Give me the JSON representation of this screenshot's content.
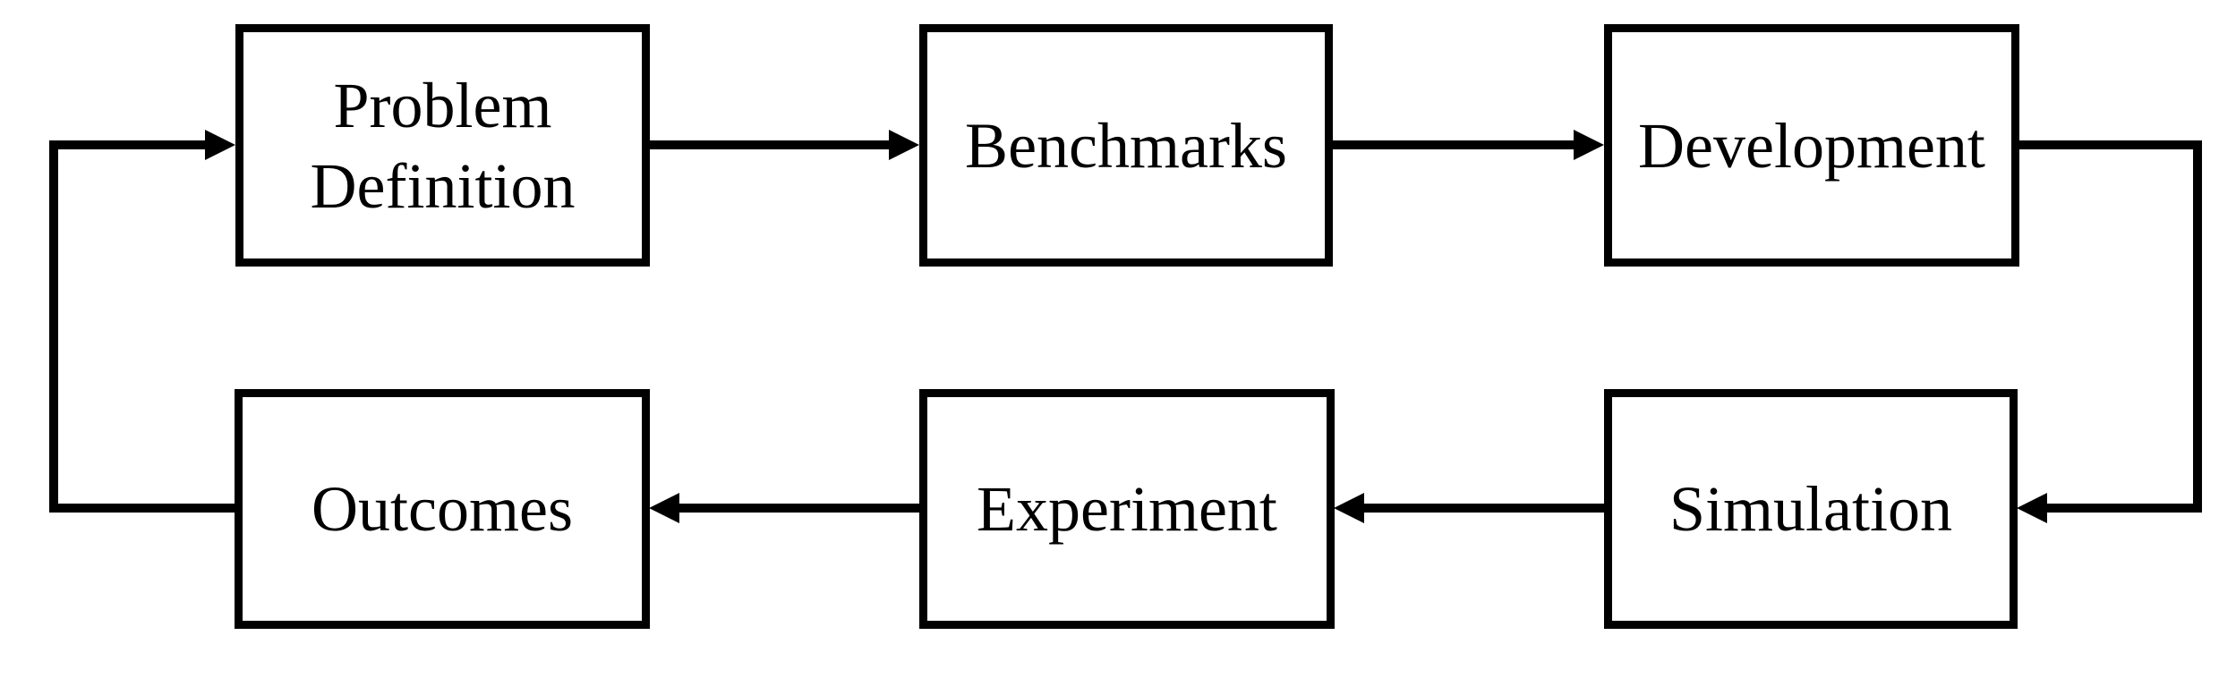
{
  "diagram": {
    "type": "flowchart-cycle",
    "background_color": "#ffffff",
    "line_color": "#000000",
    "box_fill_color": "#ffffff",
    "box_border_color": "#000000",
    "text_color": "#000000",
    "nodes": [
      {
        "id": "problem-definition",
        "label": "Problem Definition",
        "row": "top",
        "col": 1
      },
      {
        "id": "benchmarks",
        "label": "Benchmarks",
        "row": "top",
        "col": 2
      },
      {
        "id": "development",
        "label": "Development",
        "row": "top",
        "col": 3
      },
      {
        "id": "outcomes",
        "label": "Outcomes",
        "row": "bottom",
        "col": 1
      },
      {
        "id": "experiment",
        "label": "Experiment",
        "row": "bottom",
        "col": 2
      },
      {
        "id": "simulation",
        "label": "Simulation",
        "row": "bottom",
        "col": 3
      }
    ],
    "edges": [
      {
        "from": "Problem Definition",
        "to": "Benchmarks"
      },
      {
        "from": "Benchmarks",
        "to": "Development"
      },
      {
        "from": "Development",
        "to": "Simulation"
      },
      {
        "from": "Simulation",
        "to": "Experiment"
      },
      {
        "from": "Experiment",
        "to": "Outcomes"
      },
      {
        "from": "Outcomes",
        "to": "Problem Definition"
      }
    ]
  }
}
